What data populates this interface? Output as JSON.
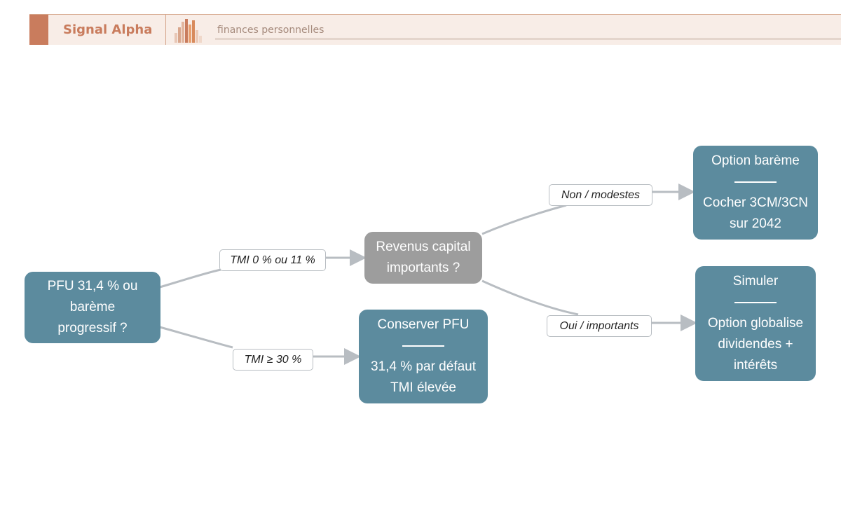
{
  "colors": {
    "accent": "#c97c5d",
    "header_bg": "#f8ede7",
    "node": "#5c8b9e",
    "node_grey": "#9d9d9d",
    "edge": "#b8bdc2"
  },
  "header": {
    "brand": "Signal Alpha",
    "tagline": "finances personnelles",
    "logo_icon": "bar-chart-icon"
  },
  "diagram": {
    "nodes": {
      "pfu": {
        "lines": [
          "PFU 31,4 % ou",
          "barème",
          "progressif ?"
        ]
      },
      "revenus": {
        "lines": [
          "Revenus capital",
          "importants ?"
        ]
      },
      "conserver": {
        "title": "Conserver PFU",
        "body": [
          "31,4 % par défaut",
          "TMI élevée"
        ]
      },
      "bareme": {
        "title": "Option barème",
        "body": [
          "Cocher 3CM/3CN",
          "sur 2042"
        ]
      },
      "simuler": {
        "title": "Simuler",
        "body": [
          "Option globalise",
          "dividendes +",
          "intérêts"
        ]
      }
    },
    "edges": {
      "tmi_low": "TMI 0 % ou 11 %",
      "tmi_high": "TMI ≥ 30 %",
      "non_modestes": "Non / modestes",
      "oui_importants": "Oui / importants"
    }
  }
}
